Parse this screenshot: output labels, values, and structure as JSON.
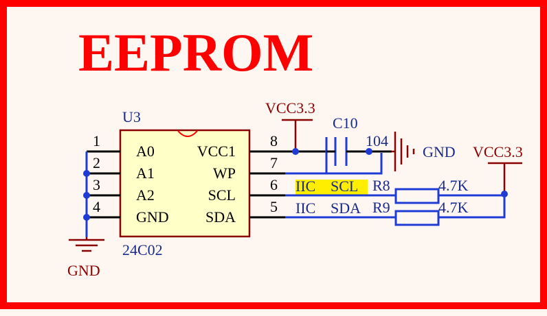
{
  "title": "EEPROM",
  "chip": {
    "ref": "U3",
    "part": "24C02",
    "left_pins": [
      {
        "num": "1",
        "name": "A0"
      },
      {
        "num": "2",
        "name": "A1"
      },
      {
        "num": "3",
        "name": "A2"
      },
      {
        "num": "4",
        "name": "GND"
      }
    ],
    "right_pins": [
      {
        "num": "8",
        "name": "VCC1"
      },
      {
        "num": "7",
        "name": "WP"
      },
      {
        "num": "6",
        "name": "SCL"
      },
      {
        "num": "5",
        "name": "SDA"
      }
    ]
  },
  "capacitor": {
    "ref": "C10",
    "value": "104"
  },
  "resistors": [
    {
      "ref": "R8",
      "value": "4.7K"
    },
    {
      "ref": "R9",
      "value": "4.7K"
    }
  ],
  "nets": {
    "vcc_top": "VCC3.3",
    "vcc_right": "VCC3.3",
    "gnd_right": "GND",
    "gnd_bottom": "GND",
    "iic": "IIC",
    "scl": "SCL",
    "sda": "SDA"
  },
  "colors": {
    "border": "#ff0000",
    "background": "#fdf6f1",
    "chip_fill": "#ffffc8",
    "chip_outline": "#8b0000",
    "wire": "#1f3bd6",
    "label_navy": "#1a2a8a",
    "highlight": "#ffee00"
  }
}
